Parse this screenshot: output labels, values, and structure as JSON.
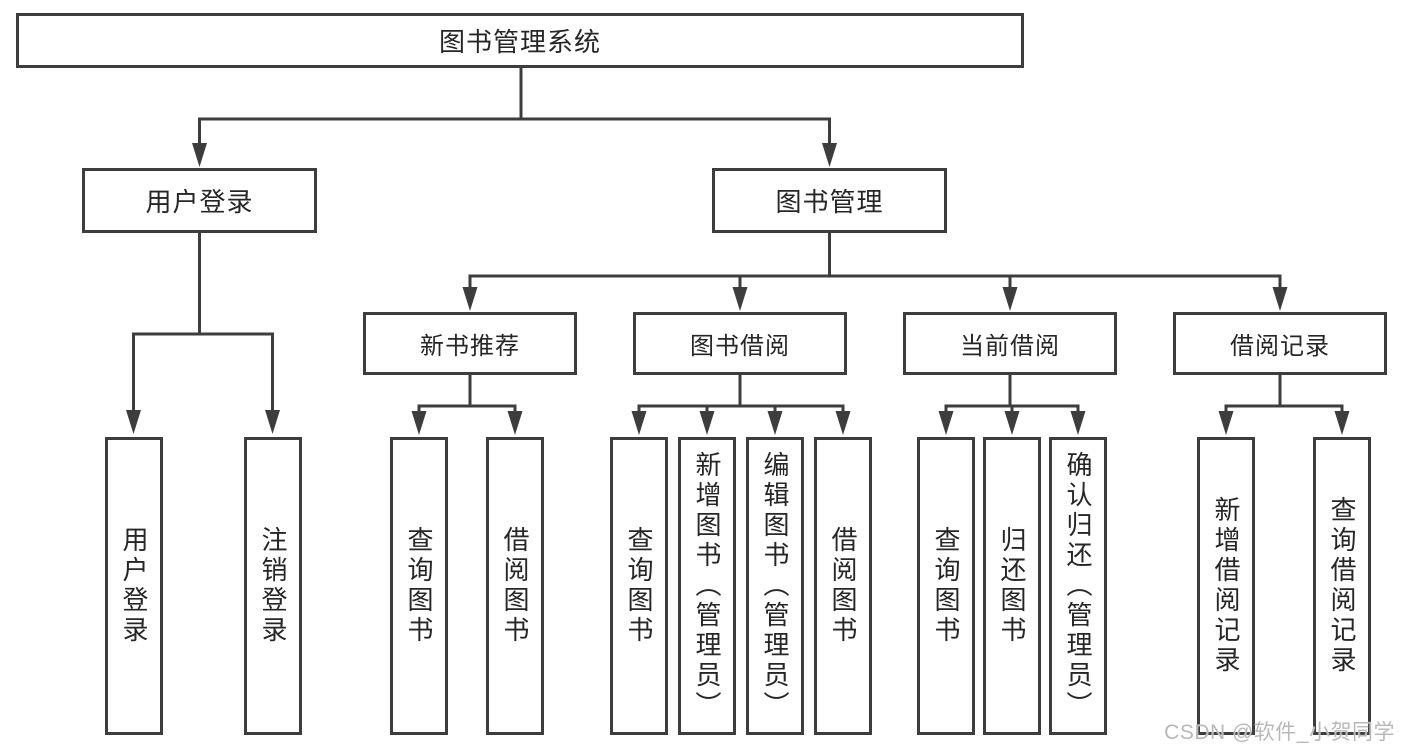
{
  "tree": {
    "root": {
      "label": "图书管理系统"
    },
    "level2": [
      {
        "label": "用户登录",
        "children": [
          "用户登录",
          "注销登录"
        ]
      },
      {
        "label": "图书管理",
        "children_groups": [
          {
            "label": "新书推荐",
            "children": [
              "查询图书",
              "借阅图书"
            ]
          },
          {
            "label": "图书借阅",
            "children": [
              "查询图书",
              "新增图书（管理员）",
              "编辑图书（管理员）",
              "借阅图书"
            ]
          },
          {
            "label": "当前借阅",
            "children": [
              "查询图书",
              "归还图书",
              "确认归还（管理员）"
            ]
          },
          {
            "label": "借阅记录",
            "children": [
              "新增借阅记录",
              "查询借阅记录"
            ]
          }
        ]
      }
    ]
  },
  "watermark": "CSDN @软件_小贺同学",
  "colors": {
    "line": "#3d3d3d",
    "box_border": "#3d3d3d",
    "text": "#262626",
    "background": "#ffffff",
    "watermark": "#b8b8b8"
  }
}
